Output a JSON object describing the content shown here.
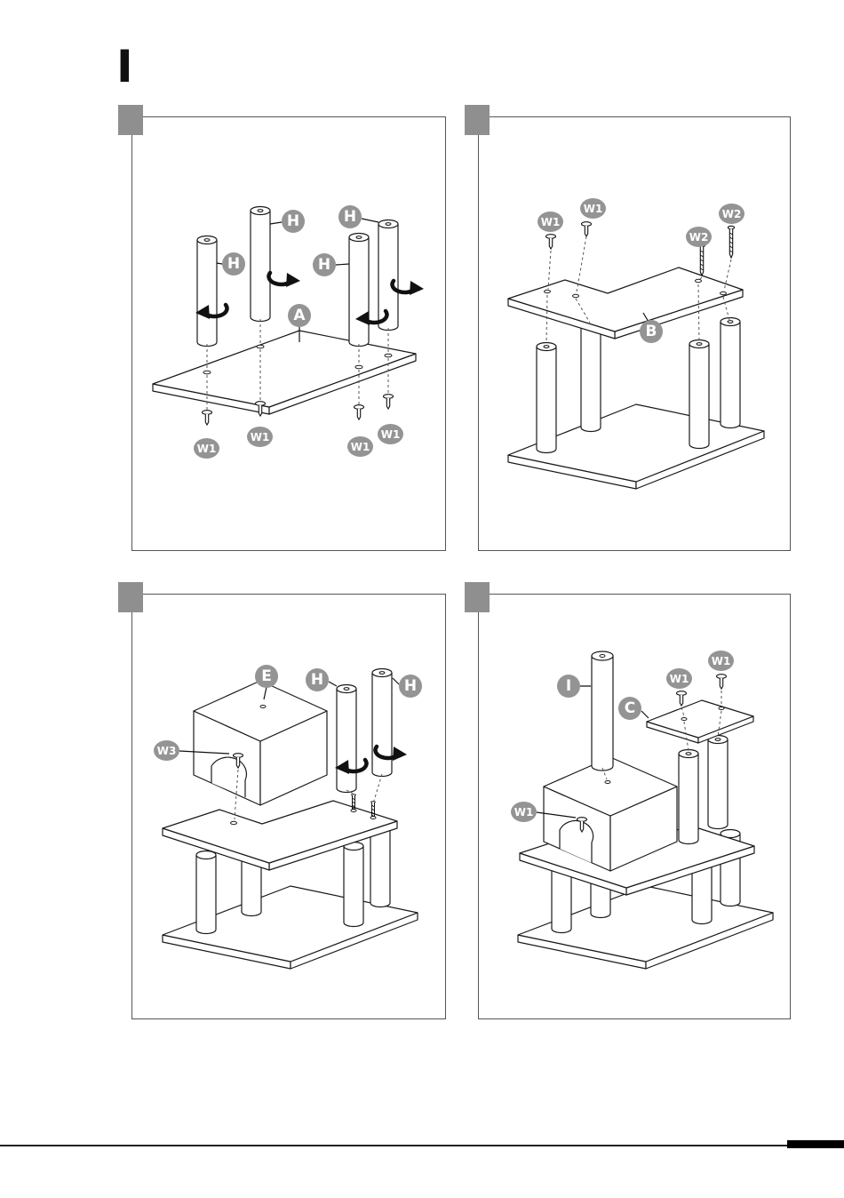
{
  "page": {
    "section_marker": "I"
  },
  "panels": [
    {
      "id": "step-1",
      "badges": [
        "H",
        "H",
        "H",
        "H",
        "A",
        "W1",
        "W1",
        "W1",
        "W1"
      ]
    },
    {
      "id": "step-2",
      "badges": [
        "W1",
        "W1",
        "W2",
        "W2",
        "B"
      ]
    },
    {
      "id": "step-3",
      "badges": [
        "E",
        "H",
        "H",
        "W3"
      ]
    },
    {
      "id": "step-4",
      "badges": [
        "I",
        "C",
        "W1",
        "W1",
        "W1"
      ]
    }
  ],
  "colors": {
    "badge": "#949494",
    "line": "#1a1a1a",
    "step_tab": "#8f8f8f"
  }
}
